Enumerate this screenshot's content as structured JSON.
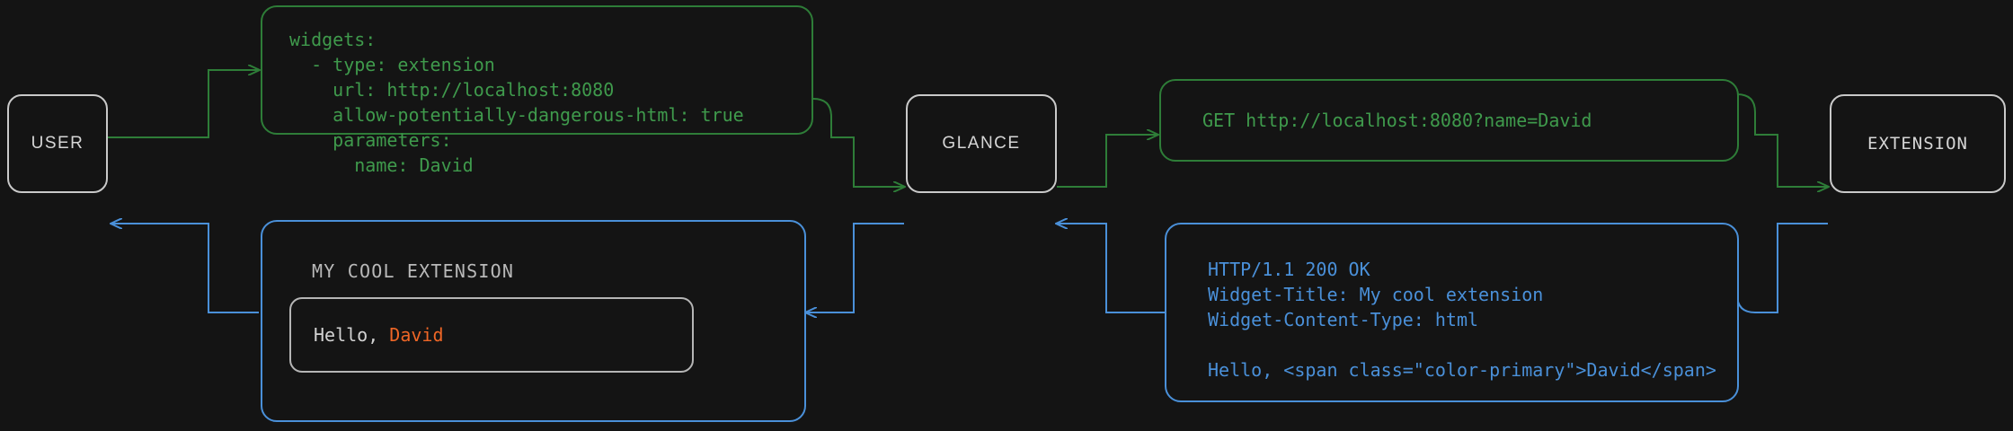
{
  "theme": {
    "background": "#141414",
    "green": "#3f9a4c",
    "green_border": "#2e7d38",
    "blue": "#4a90d9",
    "grey_border": "#c9c9c9",
    "accent_orange": "#ee6626",
    "text_grey": "#d6d6d6"
  },
  "nodes": {
    "user": "USER",
    "glance": "GLANCE",
    "extension": "EXTENSION"
  },
  "panels": {
    "config": {
      "text": "widgets:\n  - type: extension\n    url: http://localhost:8080\n    allow-potentially-dangerous-html: true\n    parameters:\n      name: David"
    },
    "request": {
      "text": "GET http://localhost:8080?name=David"
    },
    "response": {
      "text": "HTTP/1.1 200 OK\nWidget-Title: My cool extension\nWidget-Content-Type: html\n\nHello, <span class=\"color-primary\">David</span>"
    },
    "widget_preview": {
      "title": "MY COOL EXTENSION",
      "body_prefix": "Hello, ",
      "body_accent": "David"
    }
  },
  "flows": [
    {
      "name": "user-to-config",
      "color": "#2e7d38",
      "direction": "right"
    },
    {
      "name": "config-to-glance",
      "color": "#2e7d38",
      "direction": "right"
    },
    {
      "name": "glance-to-request",
      "color": "#2e7d38",
      "direction": "right"
    },
    {
      "name": "request-to-extension",
      "color": "#2e7d38",
      "direction": "right"
    },
    {
      "name": "extension-to-response",
      "color": "#4a90d9",
      "direction": "left"
    },
    {
      "name": "response-to-glance",
      "color": "#4a90d9",
      "direction": "left"
    },
    {
      "name": "glance-to-widget",
      "color": "#4a90d9",
      "direction": "left"
    },
    {
      "name": "widget-to-user",
      "color": "#4a90d9",
      "direction": "left"
    }
  ]
}
